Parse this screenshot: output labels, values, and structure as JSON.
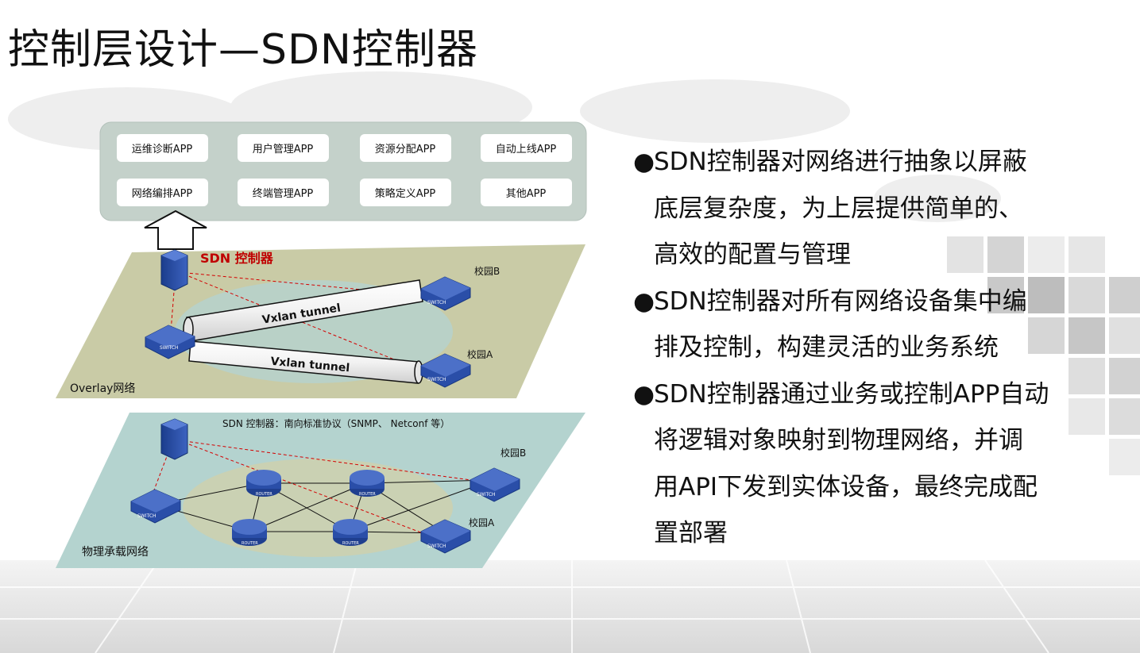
{
  "title": "控制层设计—SDN控制器",
  "apps": [
    "运维诊断APP",
    "用户管理APP",
    "资源分配APP",
    "自动上线APP",
    "网络编排APP",
    "终端管理APP",
    "策略定义APP",
    "其他APP"
  ],
  "overlay": {
    "layer_label": "Overlay网络",
    "controller_label": "SDN 控制器",
    "campus_b": "校园B",
    "campus_a": "校园A",
    "tunnel1": "Vxlan tunnel",
    "tunnel2": "Vxlan tunnel",
    "switch_text": "SWITCH"
  },
  "physical": {
    "layer_label": "物理承载网络",
    "controller_note": "SDN 控制器：南向标准协议（SNMP、 Netconf 等）",
    "campus_b": "校园B",
    "campus_a": "校园A",
    "router_text": "ROUTER",
    "switch_text": "SWITCH"
  },
  "bullets": [
    {
      "lines": [
        "SDN控制器对网络进行抽象以屏蔽",
        "底层复杂度，为上层提供简单的、",
        "高效的配置与管理"
      ]
    },
    {
      "lines": [
        "SDN控制器对所有网络设备集中编",
        "排及控制，构建灵活的业务系统"
      ]
    },
    {
      "lines": [
        "SDN控制器通过业务或控制APP自动",
        "将逻辑对象映射到物理网络，并调",
        "用API下发到实体设备，最终完成配",
        "置部署"
      ]
    }
  ],
  "colors": {
    "overlay_plane": "#c9cba6",
    "physical_plane": "#b4d3cf",
    "app_panel": "#c4d1ca",
    "controller_red": "#c00000",
    "device_blue": "#2a4ea8"
  }
}
